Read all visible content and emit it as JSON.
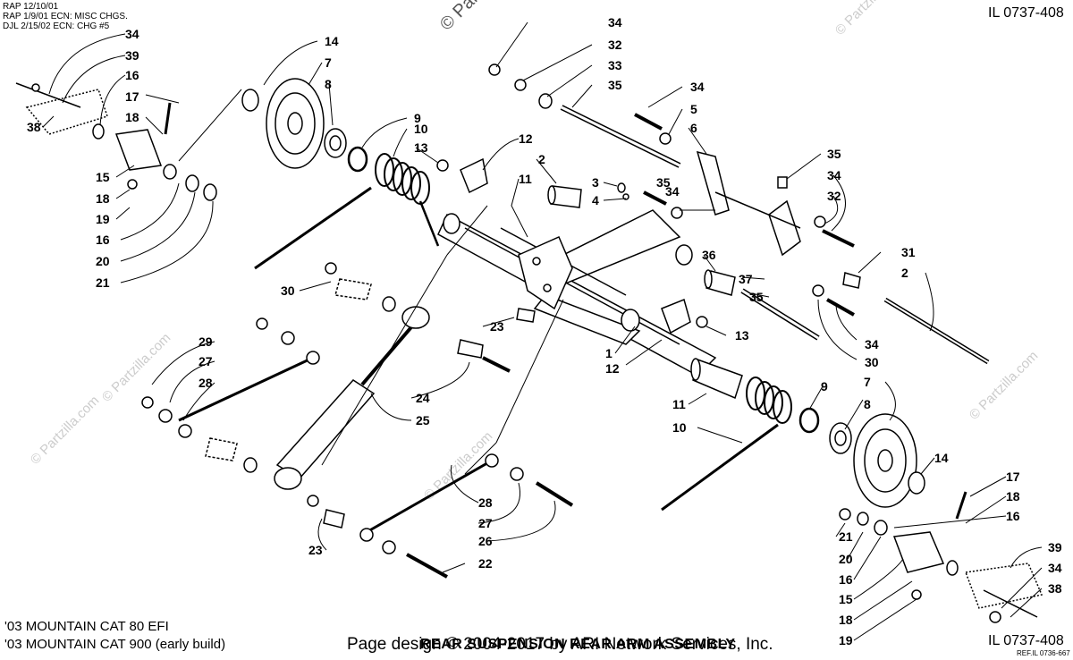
{
  "revision_notes": [
    "RAP 12/10/01",
    "RAP 1/9/01 ECN: MISC CHGS.",
    "DJL 2/15/02 ECN: CHG #5"
  ],
  "illustration_code_top": "IL 0737-408",
  "illustration_code_bottom": "IL 0737-408",
  "ref_code": "REF.IL 0736-667",
  "models": [
    "'03 MOUNTAIN CAT 80 EFI",
    "'03 MOUNTAIN CAT 900 (early build)"
  ],
  "footer_text": "Page design © 2004-2017 by ARI Network Services, Inc.",
  "assembly_title": "REAR SUSPENSION REAR ARM ASSEMBLY",
  "watermark": "© Partzilla.com",
  "callouts": [
    "34",
    "39",
    "16",
    "17",
    "18",
    "38",
    "15",
    "18",
    "19",
    "16",
    "20",
    "21",
    "14",
    "7",
    "8",
    "9",
    "10",
    "13",
    "12",
    "2",
    "11",
    "3",
    "4",
    "35",
    "34",
    "30",
    "34",
    "32",
    "33",
    "35",
    "34",
    "5",
    "6",
    "35",
    "34",
    "32",
    "31",
    "2",
    "36",
    "37",
    "35",
    "34",
    "30",
    "23",
    "29",
    "27",
    "28",
    "24",
    "25",
    "1",
    "12",
    "13",
    "11",
    "10",
    "9",
    "8",
    "7",
    "14",
    "28",
    "27",
    "26",
    "22",
    "23",
    "17",
    "18",
    "16",
    "21",
    "20",
    "16",
    "15",
    "18",
    "19",
    "39",
    "34",
    "38"
  ]
}
